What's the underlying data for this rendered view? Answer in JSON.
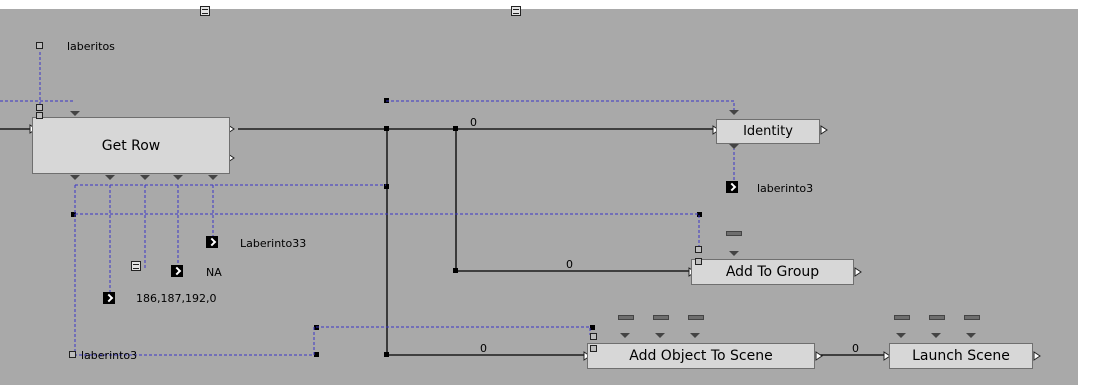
{
  "blocks": {
    "get_row": "Get Row",
    "identity": "Identity",
    "add_to_group": "Add To Group",
    "add_object_to_scene": "Add Object To Scene",
    "launch_scene": "Launch Scene"
  },
  "variables": {
    "laberitos": "laberitos",
    "laberinto3_top": "laberinto3",
    "laberinto33": "Laberinto33",
    "na": "NA",
    "color": "186,187,192,0",
    "laberinto3_bottom": "laberinto3"
  },
  "wire_labels": {
    "identity_in": "0",
    "group_in": "0",
    "scene_in": "0",
    "launch_in": "0"
  },
  "colors": {
    "canvas_bg": "#a9a9a9",
    "block_bg": "#d7d7d7",
    "param_link": "#3a35c8",
    "flow_link": "#000000"
  }
}
